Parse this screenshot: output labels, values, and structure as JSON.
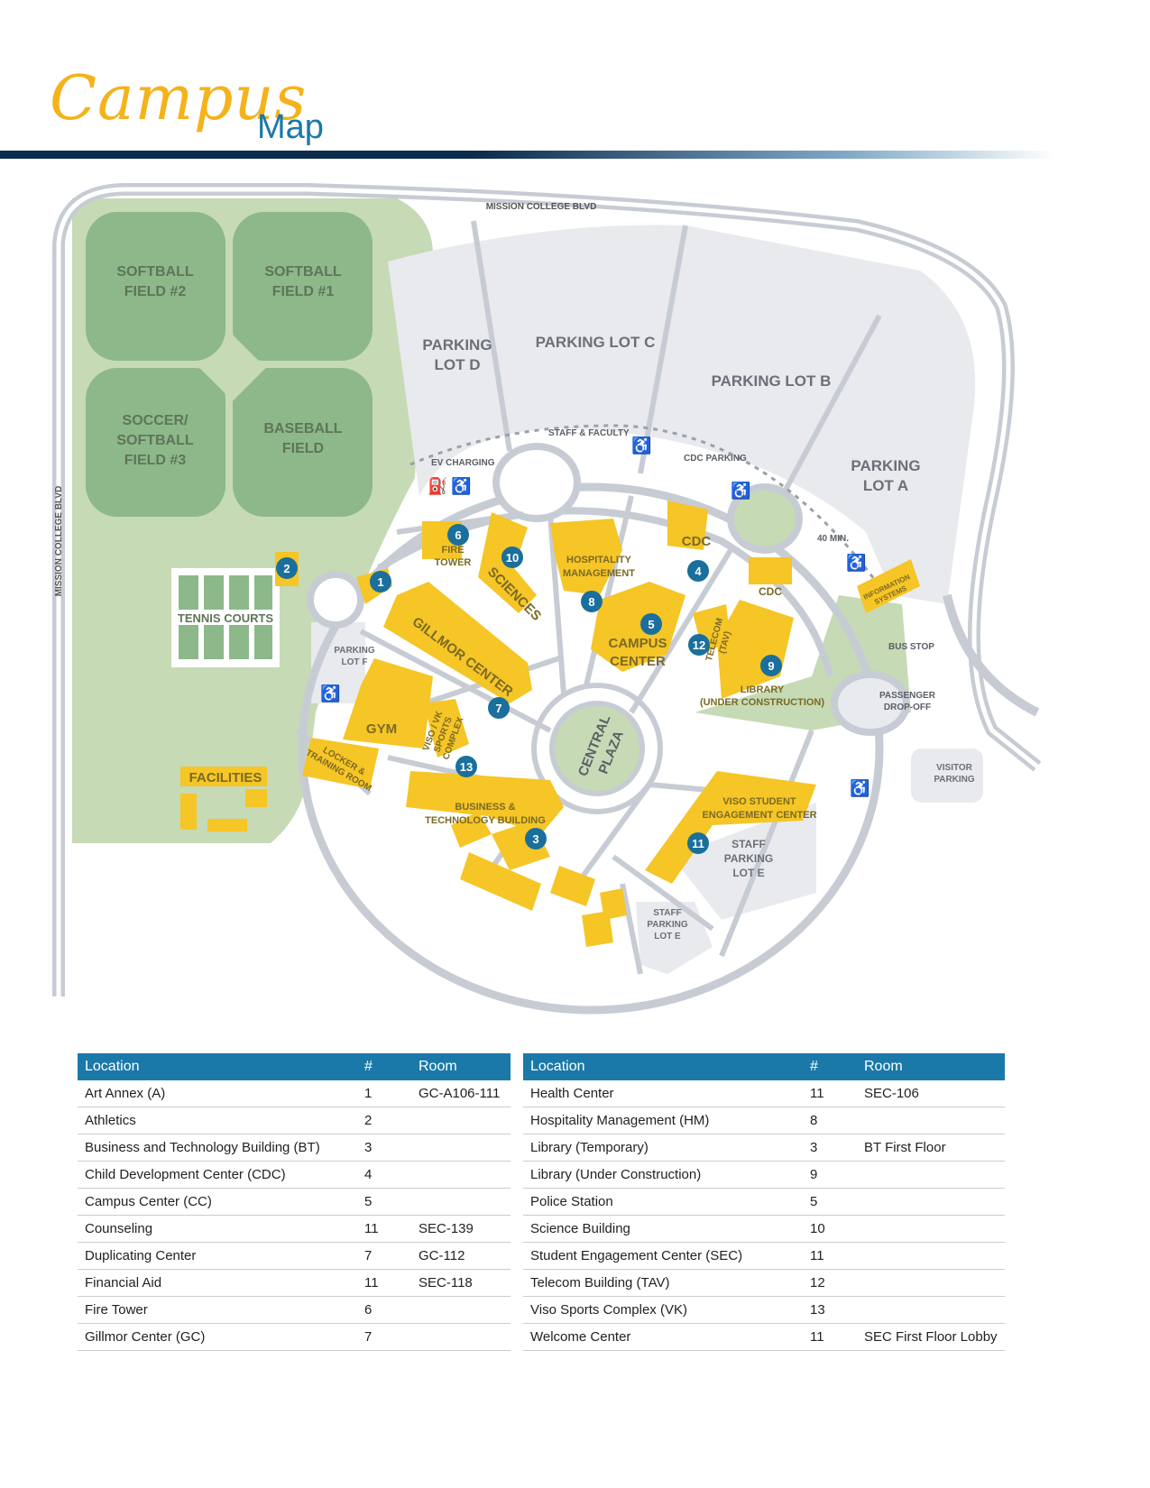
{
  "title": {
    "script": "Campus",
    "plain": "Map"
  },
  "colors": {
    "building": "#f6c526",
    "pin": "#1a6f9c",
    "green": "#c6dab6",
    "field": "#8db88a",
    "road": "#c7ccd4",
    "lot": "#e8eaee",
    "header": "#1a79a8"
  },
  "map": {
    "roads": {
      "top": "MISSION COLLEGE BLVD",
      "left": "MISSION COLLEGE BLVD"
    },
    "fields": {
      "softball2": [
        "SOFTBALL",
        "FIELD #2"
      ],
      "softball1": [
        "SOFTBALL",
        "FIELD #1"
      ],
      "soccer": [
        "SOCCER/",
        "SOFTBALL",
        "FIELD #3"
      ],
      "baseball": [
        "BASEBALL",
        "FIELD"
      ],
      "tennis": "TENNIS COURTS"
    },
    "lots": {
      "d": [
        "PARKING",
        "LOT D"
      ],
      "c": "PARKING LOT C",
      "b": "PARKING LOT B",
      "a": [
        "PARKING",
        "LOT A"
      ],
      "f": [
        "PARKING",
        "LOT F"
      ],
      "e_staff": [
        "STAFF",
        "PARKING",
        "LOT E"
      ],
      "e_staff_small": [
        "STAFF",
        "PARKING",
        "LOT E"
      ],
      "visitor": [
        "VISITOR",
        "PARKING"
      ]
    },
    "labels": {
      "staff_faculty": "STAFF & FACULTY",
      "ev": "EV CHARGING",
      "cdc_parking": "CDC PARKING",
      "forty_min": "40 MIN.",
      "bus_stop": "BUS STOP",
      "dropoff": [
        "PASSENGER",
        "DROP-OFF"
      ],
      "central_plaza": [
        "CENTRAL",
        "PLAZA"
      ]
    },
    "buildings": {
      "fire_tower": [
        "FIRE",
        "TOWER"
      ],
      "sciences": "SCIENCES",
      "hospitality": [
        "HOSPITALITY",
        "MANAGEMENT"
      ],
      "cdc": "CDC",
      "cdc2": "CDC",
      "gillmor": "GILLMOR CENTER",
      "campus_center": [
        "CAMPUS",
        "CENTER"
      ],
      "telecom": [
        "TELECOM",
        "(TAV)"
      ],
      "library": [
        "LIBRARY",
        "(UNDER CONSTRUCTION)"
      ],
      "gym": "GYM",
      "viso_sports": [
        "VISO / VK",
        "SPORTS",
        "COMPLEX"
      ],
      "locker": [
        "LOCKER &",
        "TRAINING ROOM"
      ],
      "business": [
        "BUSINESS &",
        "TECHNOLOGY BUILDING"
      ],
      "sec": [
        "VISO STUDENT",
        "ENGAGEMENT CENTER"
      ],
      "facilities": "FACILITIES",
      "info_systems": [
        "INFORMATION",
        "SYSTEMS"
      ]
    },
    "pins": [
      "1",
      "2",
      "3",
      "4",
      "5",
      "6",
      "7",
      "8",
      "9",
      "10",
      "11",
      "12",
      "13"
    ]
  },
  "table_headers": {
    "location": "Location",
    "number": "#",
    "room": "Room"
  },
  "table_left": [
    {
      "location": "Art Annex (A)",
      "number": "1",
      "room": "GC-A106-111"
    },
    {
      "location": "Athletics",
      "number": "2",
      "room": ""
    },
    {
      "location": "Business and Technology Building (BT)",
      "number": "3",
      "room": ""
    },
    {
      "location": "Child Development Center (CDC)",
      "number": "4",
      "room": ""
    },
    {
      "location": "Campus Center (CC)",
      "number": "5",
      "room": ""
    },
    {
      "location": "Counseling",
      "number": "11",
      "room": "SEC-139"
    },
    {
      "location": "Duplicating Center",
      "number": "7",
      "room": "GC-112"
    },
    {
      "location": "Financial Aid",
      "number": "11",
      "room": "SEC-118"
    },
    {
      "location": "Fire Tower",
      "number": "6",
      "room": ""
    },
    {
      "location": "Gillmor Center (GC)",
      "number": "7",
      "room": ""
    }
  ],
  "table_right": [
    {
      "location": "Health Center",
      "number": "11",
      "room": "SEC-106"
    },
    {
      "location": "Hospitality Management (HM)",
      "number": "8",
      "room": ""
    },
    {
      "location": "Library (Temporary)",
      "number": "3",
      "room": "BT First Floor"
    },
    {
      "location": "Library (Under Construction)",
      "number": "9",
      "room": ""
    },
    {
      "location": "Police Station",
      "number": "5",
      "room": ""
    },
    {
      "location": "Science Building",
      "number": "10",
      "room": ""
    },
    {
      "location": "Student Engagement Center (SEC)",
      "number": "11",
      "room": ""
    },
    {
      "location": "Telecom Building (TAV)",
      "number": "12",
      "room": ""
    },
    {
      "location": "Viso Sports Complex (VK)",
      "number": "13",
      "room": ""
    },
    {
      "location": "Welcome Center",
      "number": "11",
      "room": "SEC First Floor Lobby"
    }
  ]
}
